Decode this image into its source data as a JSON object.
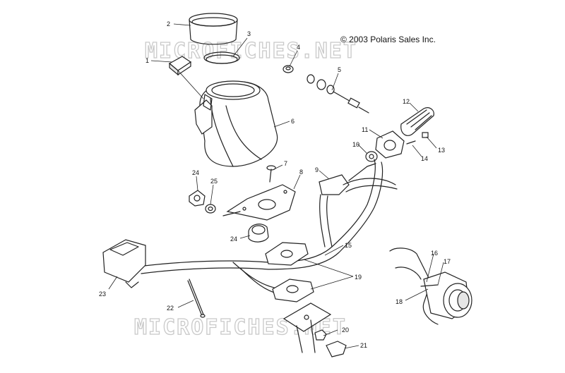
{
  "copyright": "© 2003 Polaris Sales Inc.",
  "watermark": "MICROFICHES.NET",
  "callouts": [
    {
      "id": "c1",
      "label": "1"
    },
    {
      "id": "c2",
      "label": "2"
    },
    {
      "id": "c3",
      "label": "3"
    },
    {
      "id": "c4",
      "label": "4"
    },
    {
      "id": "c5",
      "label": "5"
    },
    {
      "id": "c6",
      "label": "6"
    },
    {
      "id": "c7",
      "label": "7"
    },
    {
      "id": "c8",
      "label": "8"
    },
    {
      "id": "c9",
      "label": "9"
    },
    {
      "id": "c10",
      "label": "10"
    },
    {
      "id": "c11",
      "label": "11"
    },
    {
      "id": "c12",
      "label": "12"
    },
    {
      "id": "c13",
      "label": "13"
    },
    {
      "id": "c14",
      "label": "14"
    },
    {
      "id": "c15",
      "label": "15"
    },
    {
      "id": "c16",
      "label": "16"
    },
    {
      "id": "c17",
      "label": "17"
    },
    {
      "id": "c18",
      "label": "18"
    },
    {
      "id": "c19",
      "label": "19"
    },
    {
      "id": "c20",
      "label": "20"
    },
    {
      "id": "c21",
      "label": "21"
    },
    {
      "id": "c22",
      "label": "22"
    },
    {
      "id": "c23",
      "label": "23"
    },
    {
      "id": "c24a",
      "label": "24"
    },
    {
      "id": "c24b",
      "label": "24"
    },
    {
      "id": "c25",
      "label": "25"
    }
  ]
}
